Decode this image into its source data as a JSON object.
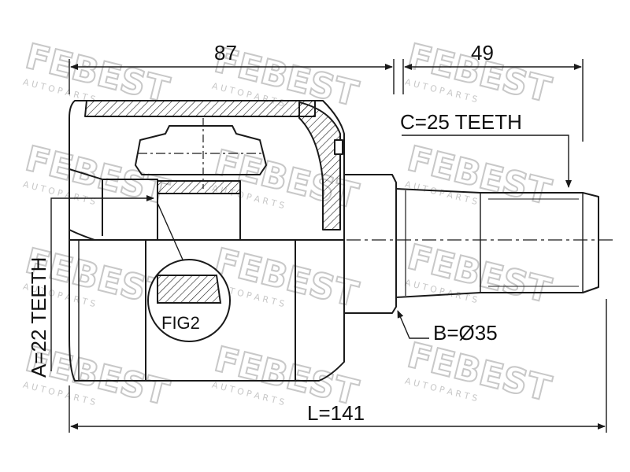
{
  "dimensions": {
    "length_top_left": "87",
    "length_top_right": "49",
    "overall_length": "L=141",
    "spline_outer": "C=25 TEETH",
    "spline_inner": "A=22 TEETH",
    "seal_diameter": "B=Ø35",
    "detail_label": "FIG2"
  },
  "watermark": {
    "brand": "FEBEST",
    "sub": "A U T O   P A R T S"
  },
  "colors": {
    "line": "#1a1a1a",
    "watermark": "#c8c8c8"
  }
}
